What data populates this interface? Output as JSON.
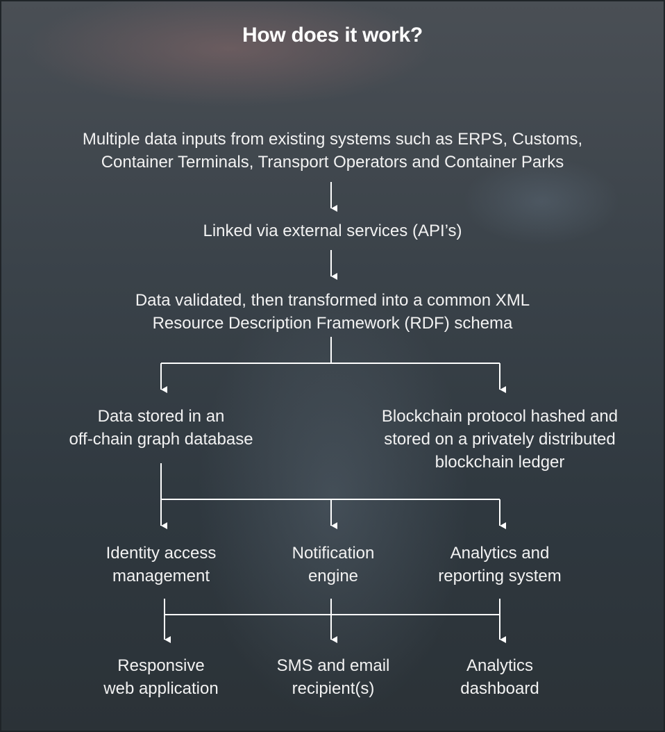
{
  "title": "How does it work?",
  "steps": {
    "inputs": [
      "Multiple data inputs from existing systems such as ERPS, Customs,",
      "Container Terminals, Transport Operators and Container Parks"
    ],
    "linked": [
      "Linked via external services (API’s)"
    ],
    "validated": [
      "Data validated, then transformed into a common XML",
      "Resource Description Framework (RDF) schema"
    ],
    "offchain": [
      "Data stored in an",
      "off-chain graph database"
    ],
    "blockchain": [
      "Blockchain protocol hashed and",
      "stored on a privately distributed",
      "blockchain ledger"
    ],
    "identity": [
      "Identity access",
      "management"
    ],
    "notification": [
      "Notification",
      "engine"
    ],
    "analytics": [
      "Analytics and",
      "reporting system"
    ],
    "webapp": [
      "Responsive",
      "web application"
    ],
    "sms": [
      "SMS and email",
      "recipient(s)"
    ],
    "dashboard": [
      "Analytics",
      "dashboard"
    ]
  },
  "colors": {
    "text": "#f2f2f2",
    "title": "#ffffff",
    "connector": "#ffffff"
  }
}
